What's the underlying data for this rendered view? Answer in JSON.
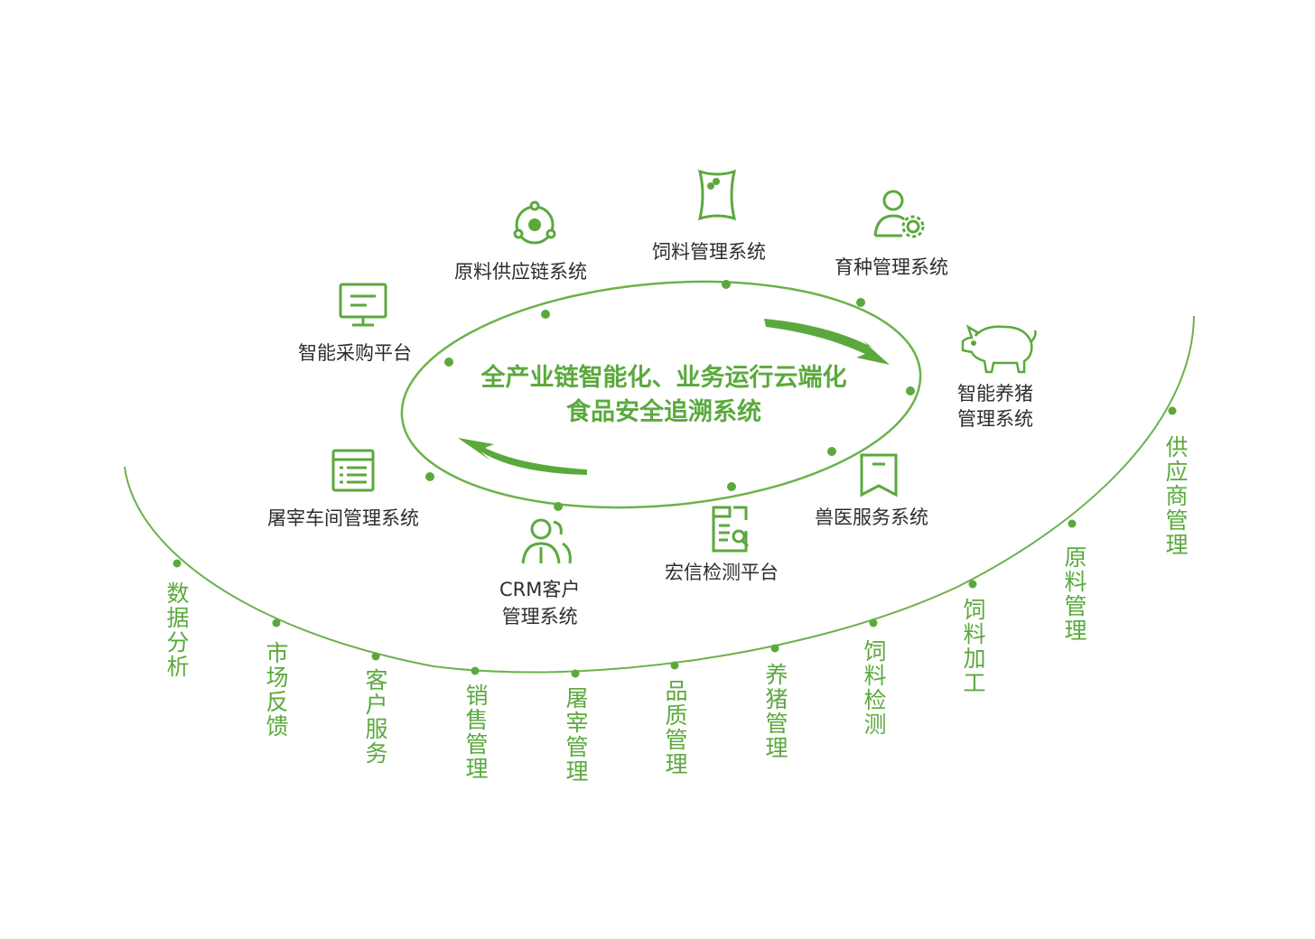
{
  "center": {
    "line1": "全产业链智能化、业务运行云端化",
    "line2": "食品安全追溯系统"
  },
  "systems": {
    "raw_supply_chain": "原料供应链系统",
    "feed_mgmt": "饲料管理系统",
    "breeding_mgmt": "育种管理系统",
    "smart_procurement": "智能采购平台",
    "smart_pig_line1": "智能养猪",
    "smart_pig_line2": "管理系统",
    "slaughter_workshop": "屠宰车间管理系统",
    "crm_line1": "CRM客户",
    "crm_line2": "管理系统",
    "hongxin_testing": "宏信检测平台",
    "vet_service": "兽医服务系统"
  },
  "outer_labels": [
    "数据分析",
    "市场反馈",
    "客户服务",
    "销售管理",
    "屠宰管理",
    "品质管理",
    "养猪管理",
    "饲料检测",
    "饲料加工",
    "原料管理",
    "供应商管理"
  ],
  "colors": {
    "accent": "#5ba93d",
    "text": "#2d2d2d"
  },
  "icons": {
    "raw_supply_chain": "network-orbit-icon",
    "feed_mgmt": "feed-bag-icon",
    "breeding_mgmt": "user-gear-icon",
    "smart_procurement": "monitor-icon",
    "smart_pig": "pig-icon",
    "slaughter_workshop": "list-panel-icon",
    "crm": "users-icon",
    "hongxin_testing": "document-search-icon",
    "vet_service": "bookmark-icon"
  }
}
